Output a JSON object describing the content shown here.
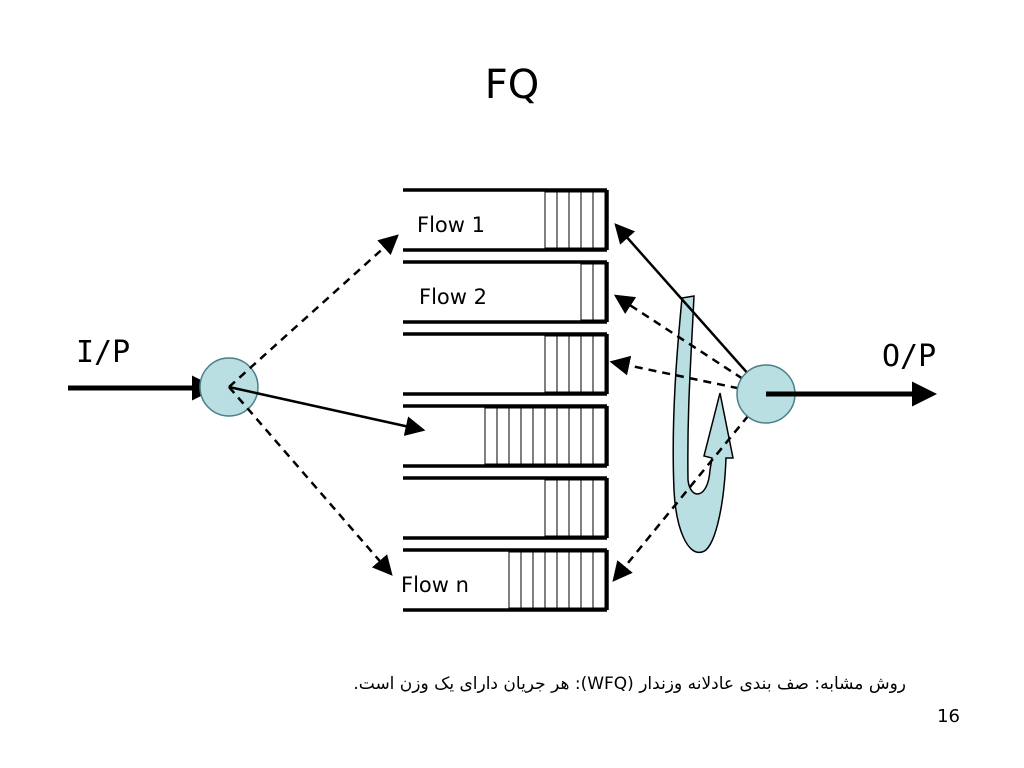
{
  "slide": {
    "title": "FQ",
    "page_number": "16",
    "caption": "روش مشابه: صف بندی عادلانه وزندار (WFQ): هر جریان دارای یک وزن است."
  },
  "diagram": {
    "input_label": "I/P",
    "output_label": "O/P",
    "queues": [
      {
        "label": "Flow 1",
        "packet_count": 5
      },
      {
        "label": "Flow 2",
        "packet_count": 2
      },
      {
        "label": "",
        "packet_count": 5
      },
      {
        "label": "",
        "packet_count": 10
      },
      {
        "label": "",
        "packet_count": 5
      },
      {
        "label": "Flow n",
        "packet_count": 8
      }
    ],
    "colors": {
      "node_fill": "#b9dfe3",
      "round_robin_arrow_fill": "#b9dfe3",
      "line": "#000000"
    }
  }
}
